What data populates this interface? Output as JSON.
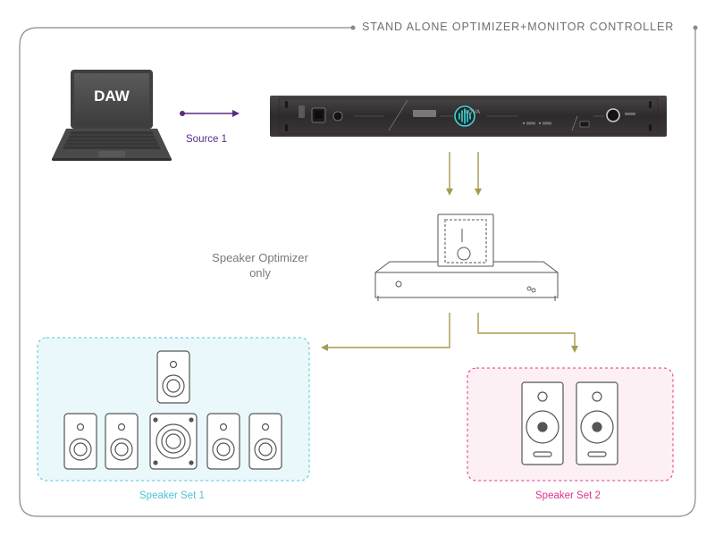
{
  "frame": {
    "title": "STAND ALONE OPTIMIZER+MONITOR CONTROLLER"
  },
  "laptop": {
    "screen_label": "DAW"
  },
  "source": {
    "label": "Source 1"
  },
  "hardware": {
    "name_label": "NOVA"
  },
  "optimizer": {
    "label": "Speaker Optimizer only"
  },
  "speaker_set_1": {
    "label": "Speaker Set 1"
  },
  "speaker_set_2": {
    "label": "Speaker Set 2"
  },
  "colors": {
    "frame": "#8a8a8a",
    "source_arrow": "#5b2c83",
    "signal_arrows": "#a89a4f",
    "set1_accent": "#4fc3d4",
    "set1_fill": "#eaf8fb",
    "set2_accent": "#e0338f",
    "set2_fill": "#fdf0f5",
    "device_body": "#3a3637",
    "nova_logo": "#3fd3d6"
  }
}
